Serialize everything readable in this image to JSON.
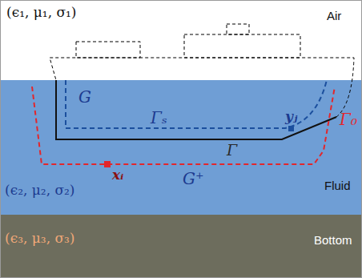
{
  "diagram": {
    "nodes": [
      {
        "text": [
          "(ϵ₁, μ₁, σ₁)",
          "Air"
        ]
      },
      {
        "text": [
          "(ϵ₂, μ₂, σ₂)",
          "Fluid"
        ]
      },
      {
        "text": [
          "(ϵ₃, μ₃, σ₃)",
          "Bottom"
        ]
      }
    ],
    "labels": [
      "G",
      "Γₛ",
      "yⱼ",
      "Γ",
      "xᵢ",
      "Γ₀",
      "G⁺"
    ]
  }
}
